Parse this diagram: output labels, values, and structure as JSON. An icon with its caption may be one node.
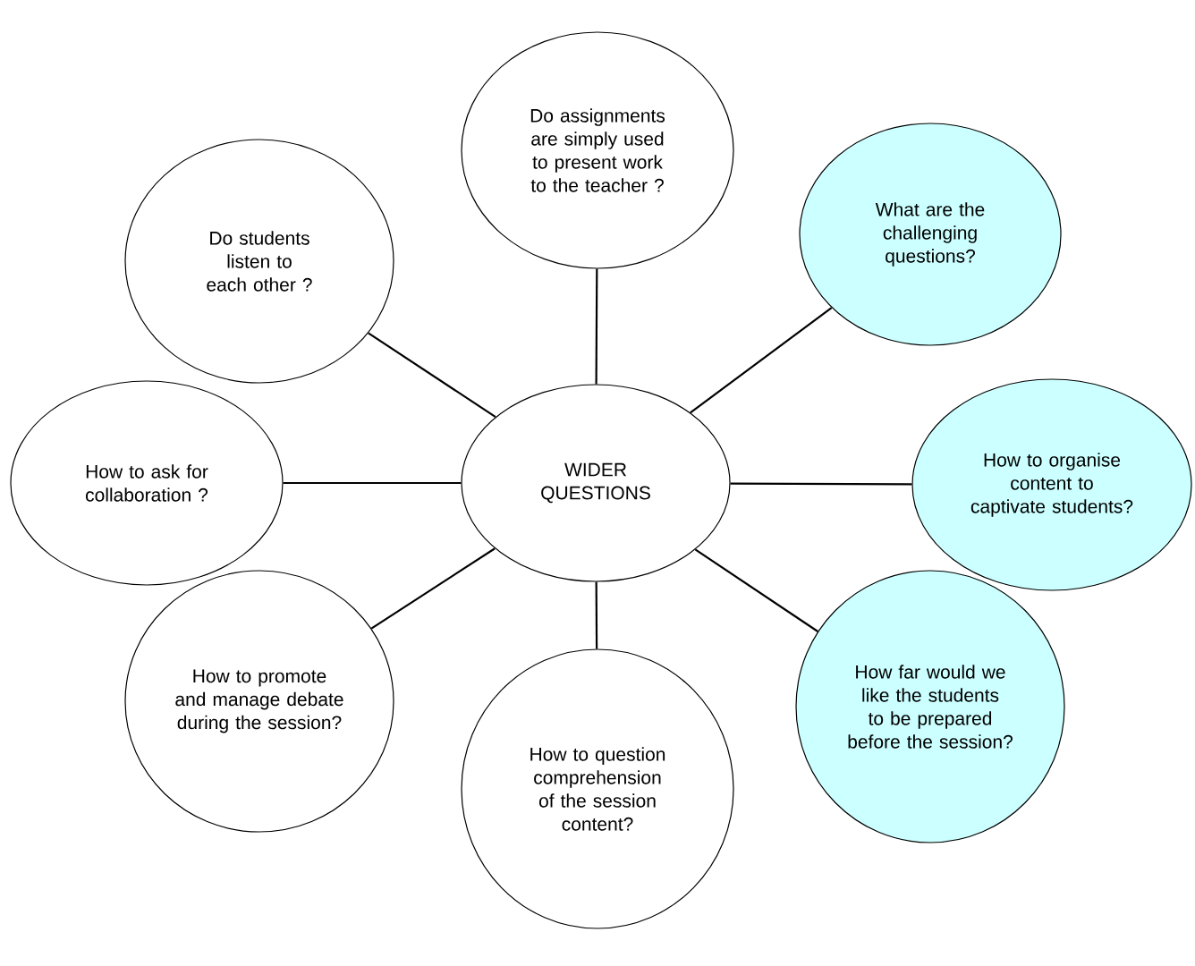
{
  "diagram": {
    "nodes": [
      {
        "text": [
          "WIDER QUESTIONS"
        ]
      },
      {
        "text": [
          "Do assignments are simply used to present work to the teacher ?"
        ]
      },
      {
        "text": [
          "What are the challenging questions?"
        ]
      },
      {
        "text": [
          "How to organise content to captivate students?"
        ]
      },
      {
        "text": [
          "How far would  we like the students to be prepared before the session?"
        ]
      },
      {
        "text": [
          "How to question comprehension of the session content?"
        ]
      },
      {
        "text": [
          "How to promote and manage debate during the session?"
        ]
      },
      {
        "text": [
          "How to ask for collaboration ?"
        ]
      },
      {
        "text": [
          "Do students listen to each other ?"
        ]
      }
    ],
    "edges": [
      {
        "from": 0,
        "to": 1,
        "arrow": "none"
      },
      {
        "from": 0,
        "to": 2,
        "arrow": "none"
      },
      {
        "from": 0,
        "to": 3,
        "arrow": "none"
      },
      {
        "from": 0,
        "to": 4,
        "arrow": "none"
      },
      {
        "from": 0,
        "to": 5,
        "arrow": "none"
      },
      {
        "from": 0,
        "to": 6,
        "arrow": "none"
      },
      {
        "from": 0,
        "to": 7,
        "arrow": "none"
      },
      {
        "from": 0,
        "to": 8,
        "arrow": "none"
      }
    ]
  }
}
